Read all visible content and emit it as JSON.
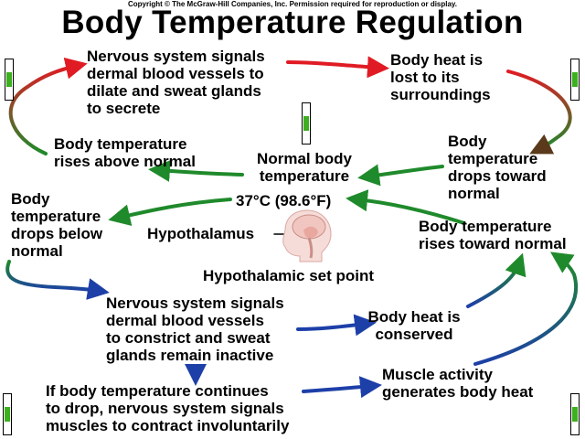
{
  "copyright": "Copyright © The McGraw-Hill Companies, Inc. Permission required for reproduction or display.",
  "title": "Body Temperature Regulation",
  "nodes": {
    "dilate": [
      "Nervous system signals",
      "dermal blood vessels to",
      "dilate and sweat glands",
      "to secrete"
    ],
    "heat_lost": [
      "Body heat is",
      "lost to its",
      "surroundings"
    ],
    "rises_above": [
      "Body temperature",
      "rises above normal"
    ],
    "normal_body": [
      "Normal body",
      "temperature"
    ],
    "drops_toward": [
      "Body",
      "temperature",
      "drops toward",
      "normal"
    ],
    "setpoint_value": "37°C (98.6°F)",
    "drops_below": [
      "Body",
      "temperature",
      "drops below",
      "normal"
    ],
    "rises_toward": [
      "Body temperature",
      "rises toward normal"
    ],
    "hypothalamus": "Hypothalamus",
    "set_point": "Hypothalamic set point",
    "constrict": [
      "Nervous system signals",
      "dermal blood vessels",
      "to constrict and sweat",
      "glands remain inactive"
    ],
    "heat_conserved": [
      "Body heat is",
      "conserved"
    ],
    "shiver": [
      "If body temperature continues",
      "to drop, nervous system signals",
      "muscles to contract involuntarily"
    ],
    "muscle": [
      "Muscle activity",
      "generates body heat"
    ]
  },
  "colors": {
    "red": "#e01b24",
    "green": "#1f8a2b",
    "blue": "#1d3fa8",
    "thermo_fill": "#3cb01e",
    "brain": "#f2c6c0"
  }
}
